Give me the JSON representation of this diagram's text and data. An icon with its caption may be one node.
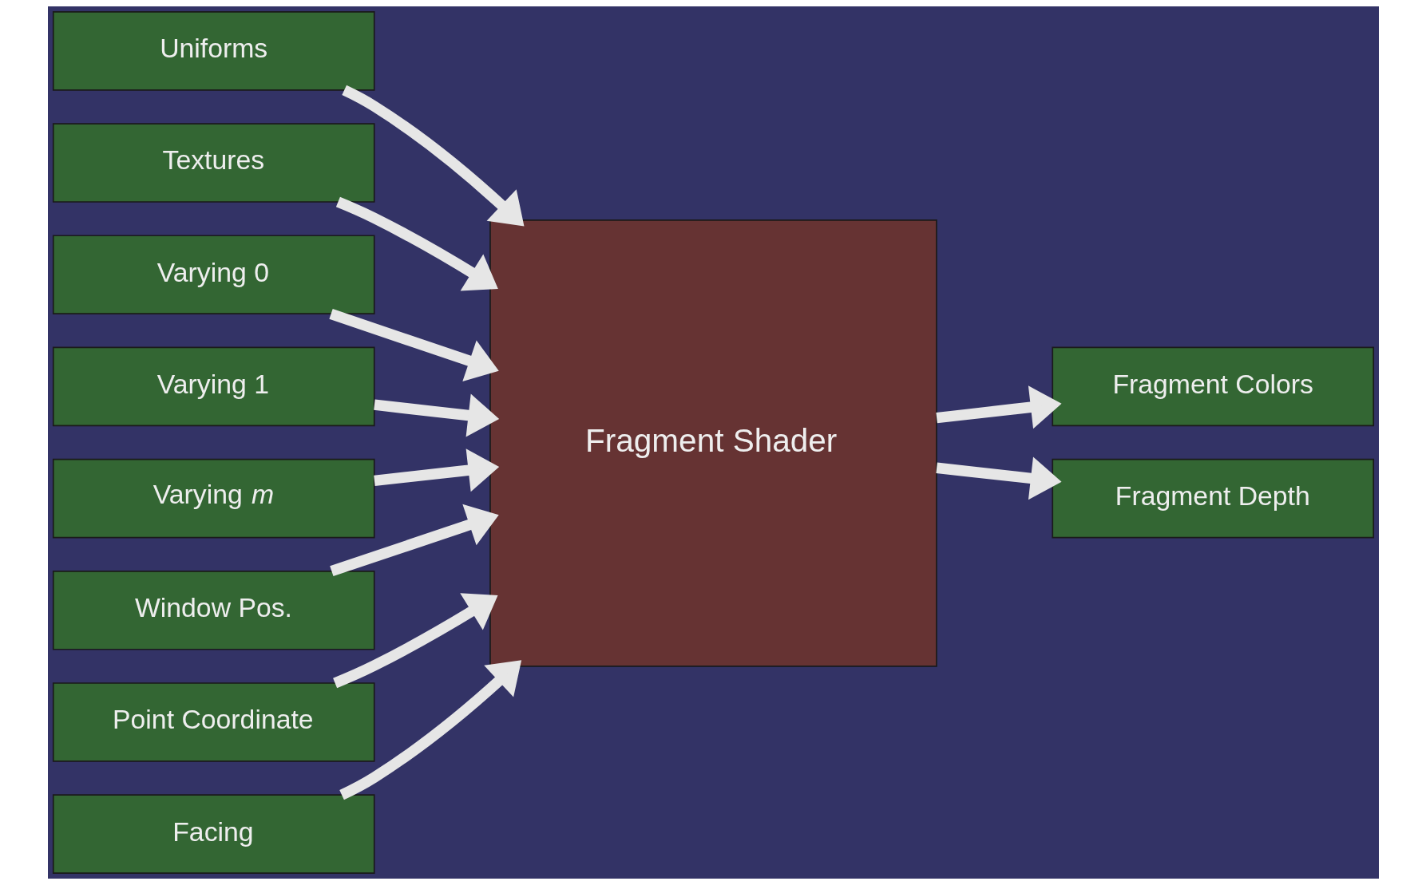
{
  "diagram": {
    "nodes": [
      {
        "text": [
          "Uniforms"
        ]
      },
      {
        "text": [
          "Textures"
        ]
      },
      {
        "text": [
          "Varying 0"
        ]
      },
      {
        "text": [
          "Varying 1"
        ]
      },
      {
        "text": [
          "Varying *m*"
        ]
      },
      {
        "text": [
          "Window Pos."
        ]
      },
      {
        "text": [
          "Point Coordinate"
        ]
      },
      {
        "text": [
          "Facing"
        ]
      },
      {
        "text": [
          "Fragment Shader"
        ]
      },
      {
        "text": [
          "Fragment Colors"
        ]
      },
      {
        "text": [
          "Fragment Depth"
        ]
      }
    ],
    "edges": [
      {
        "from": 0,
        "to": 8,
        "arrow": "to"
      },
      {
        "from": 1,
        "to": 8,
        "arrow": "to"
      },
      {
        "from": 2,
        "to": 8,
        "arrow": "to"
      },
      {
        "from": 3,
        "to": 8,
        "arrow": "to"
      },
      {
        "from": 4,
        "to": 8,
        "arrow": "to"
      },
      {
        "from": 5,
        "to": 8,
        "arrow": "to"
      },
      {
        "from": 6,
        "to": 8,
        "arrow": "to"
      },
      {
        "from": 7,
        "to": 8,
        "arrow": "to"
      },
      {
        "from": 8,
        "to": 9,
        "arrow": "to"
      },
      {
        "from": 8,
        "to": 10,
        "arrow": "to"
      }
    ]
  }
}
